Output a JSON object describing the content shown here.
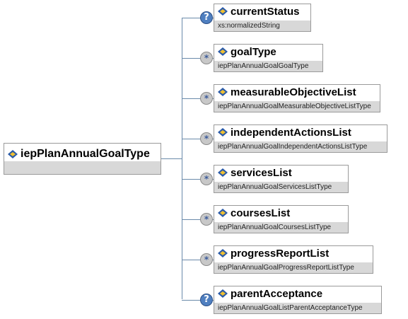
{
  "root": {
    "name": "iepPlanAnnualGoalType",
    "icon": "element-icon"
  },
  "children": [
    {
      "name": "currentStatus",
      "type": "xs:normalizedString",
      "cardinality": "optional",
      "marker": "?"
    },
    {
      "name": "goalType",
      "type": "iepPlanAnnualGoalGoalType",
      "cardinality": "many",
      "marker": "*"
    },
    {
      "name": "measurableObjectiveList",
      "type": "iepPlanAnnualGoalMeasurableObjectiveListType",
      "cardinality": "many",
      "marker": "*"
    },
    {
      "name": "independentActionsList",
      "type": "iepPlanAnnualGoalIndependentActionsListType",
      "cardinality": "many",
      "marker": "*"
    },
    {
      "name": "servicesList",
      "type": "iepPlanAnnualGoalServicesListType",
      "cardinality": "many",
      "marker": "*"
    },
    {
      "name": "coursesList",
      "type": "iepPlanAnnualGoalCoursesListType",
      "cardinality": "many",
      "marker": "*"
    },
    {
      "name": "progressReportList",
      "type": "iepPlanAnnualGoalProgressReportListType",
      "cardinality": "many",
      "marker": "*"
    },
    {
      "name": "parentAcceptance",
      "type": "iepPlanAnnualGoalListParentAcceptanceType",
      "cardinality": "optional",
      "marker": "?"
    }
  ],
  "colors": {
    "connector": "#6a8aaa",
    "footer": "#d8d8d8",
    "optional_badge": "#4f7fc0",
    "many_badge": "#c8c8c8"
  }
}
